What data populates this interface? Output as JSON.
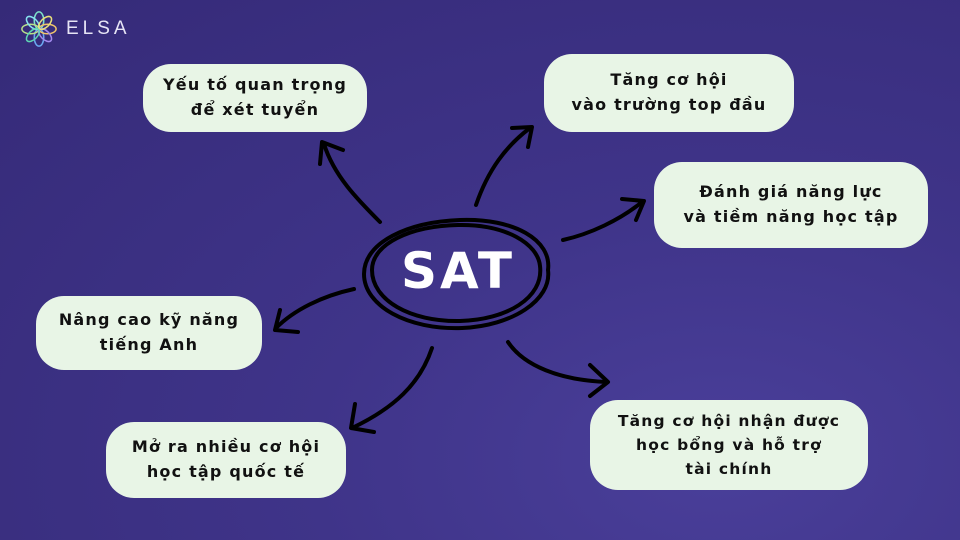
{
  "brand": {
    "name": "ELSA",
    "logo_icon": "flower-logo-icon"
  },
  "center": {
    "label": "SAT"
  },
  "nodes": {
    "n1": "Yếu tố quan trọng\nđể xét tuyển",
    "n2": "Tăng cơ hội\nvào trường top đầu",
    "n3": "Đánh giá năng lực\nvà tiềm năng học tập",
    "n4": "Nâng cao kỹ năng\ntiếng Anh",
    "n5": "Mở ra nhiều cơ hội\nhọc tập quốc tế",
    "n6": "Tăng cơ hội nhận được\nhọc bổng và hỗ trợ\ntài chính"
  },
  "colors": {
    "background": "#3f3489",
    "node_fill": "#e8f5e6",
    "node_text": "#111111",
    "arrow": "#000000",
    "center_text": "#ffffff"
  }
}
